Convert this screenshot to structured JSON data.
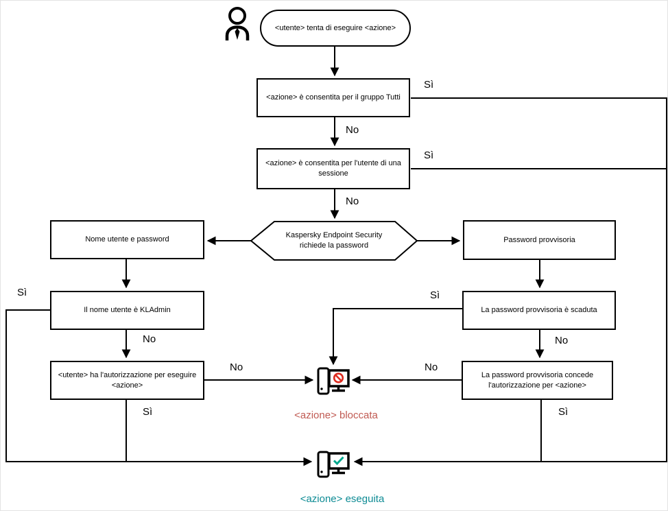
{
  "diagram": {
    "type": "flowchart",
    "nodes": {
      "start": "<utente> tenta di eseguire <azione>",
      "allowed_group": "<azione> è consentita per il gruppo Tutti",
      "allowed_session": "<azione> è consentita per l'utente di una sessione",
      "kes_prompt": "Kaspersky Endpoint Security richiede la password",
      "username_password": "Nome utente e password",
      "temp_password": "Password provvisoria",
      "kladmin": "Il nome utente è KLAdmin",
      "user_authorized": "<utente> ha l'autorizzazione per eseguire <azione>",
      "temp_expired": "La password provvisoria è scaduta",
      "temp_grants": "La password provvisoria concede l'autorizzazione per <azione>",
      "blocked_caption": "<azione> bloccata",
      "executed_caption": "<azione> eseguita"
    },
    "labels": {
      "yes": "Sì",
      "no": "No"
    },
    "icons": {
      "actor": "person-icon",
      "blocked": "computer-prohibition-icon",
      "executed": "computer-checkmark-icon"
    },
    "colors": {
      "line": "#000000",
      "box_border": "#000000",
      "blocked_caption": "#c05a52",
      "executed_caption": "#0d8b94",
      "prohibition_sign": "#dd2a1e",
      "checkmark": "#00a88e"
    }
  }
}
